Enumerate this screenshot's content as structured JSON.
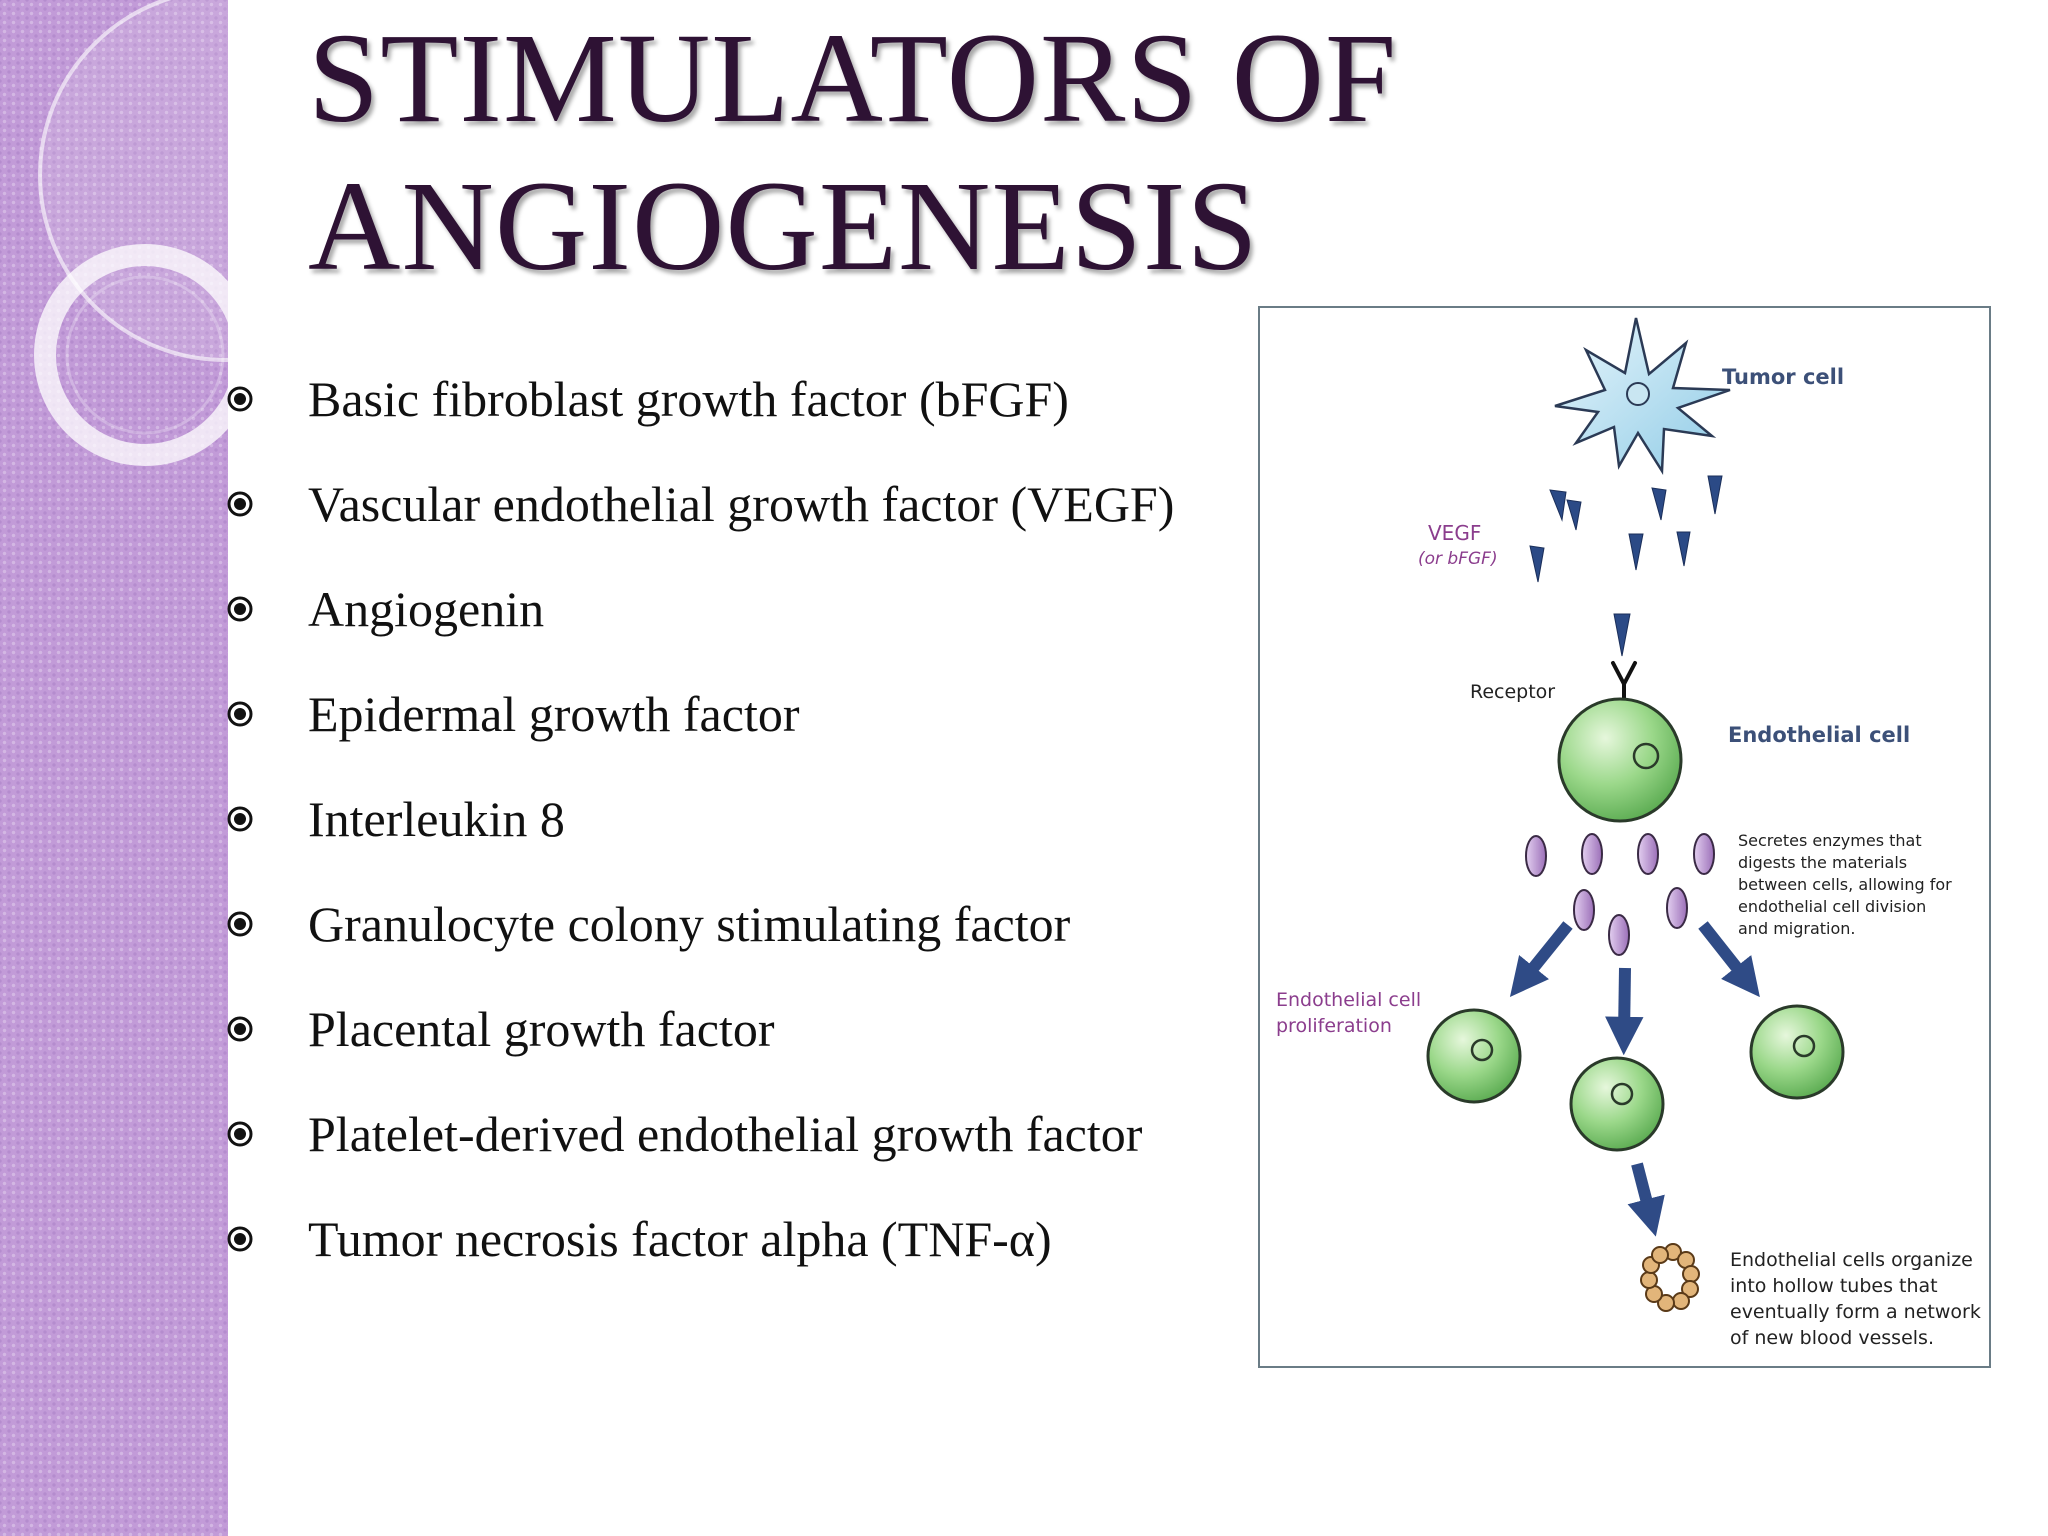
{
  "title": {
    "line1": "STIMULATORS OF",
    "line2": "ANGIOGENESIS"
  },
  "bullets": [
    "Basic fibroblast growth factor (bFGF)",
    "Vascular endothelial growth factor (VEGF)",
    "Angiogenin",
    "Epidermal growth factor",
    "Interleukin 8",
    "Granulocyte colony stimulating factor",
    "Placental growth factor",
    "Platelet-derived endothelial growth factor",
    "Tumor necrosis factor alpha (TNF-α)"
  ],
  "diagram": {
    "tumor_cell": "Tumor cell",
    "vegf": "VEGF",
    "vegf_alt": "(or bFGF)",
    "receptor": "Receptor",
    "endothelial_cell": "Endothelial cell",
    "secretes": [
      "Secretes enzymes that",
      "digests the materials",
      "between cells, allowing for",
      "endothelial cell division",
      "and migration."
    ],
    "proliferation": [
      "Endothelial cell",
      "proliferation"
    ],
    "organize": [
      "Endothelial cells organize",
      "into hollow tubes that",
      "eventually form a network",
      "of new blood vessels."
    ]
  },
  "colors": {
    "title": "#2e1234",
    "sidebar": "#c29bd8",
    "tumor_fill": "#bfe3f2",
    "cell_fill": "#8fd17f",
    "vegf_marker": "#2b4a86",
    "enzyme": "#b085c6",
    "arrow": "#2f4b86",
    "label_blue": "#3c5078",
    "label_purple": "#8b3d8d"
  }
}
